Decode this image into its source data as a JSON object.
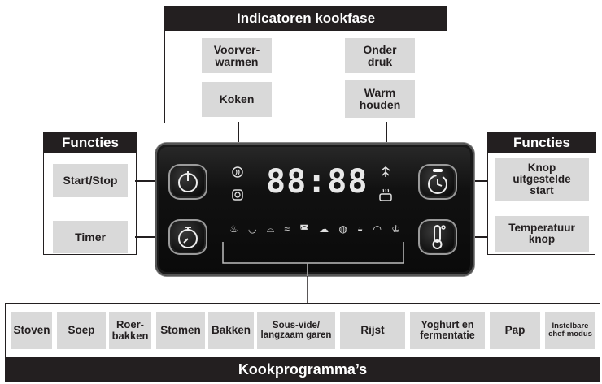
{
  "phase": {
    "title": "Indicatoren kookfase",
    "items": [
      "Voorver-\nwarmen",
      "Onder\ndruk",
      "Koken",
      "Warm\nhouden"
    ]
  },
  "functions_left": {
    "title": "Functies",
    "items": [
      "Start/Stop",
      "Timer"
    ]
  },
  "functions_right": {
    "title": "Functies",
    "items": [
      "Knop\nuitgestelde\nstart",
      "Temperatuur\nknop"
    ]
  },
  "display": {
    "time": "88:88"
  },
  "programs": {
    "title": "Kookprogramma’s",
    "items": [
      "Stoven",
      "Soep",
      "Roer-\nbakken",
      "Stomen",
      "Bakken",
      "Sous-vide/\nlangzaam garen",
      "Rijst",
      "Yoghurt en\nfermentatie",
      "Pap",
      "Instelbare\nchef-modus"
    ]
  },
  "colors": {
    "header": "#231f20",
    "box": "#d9d9d9",
    "panel": "#0a0a0a"
  }
}
